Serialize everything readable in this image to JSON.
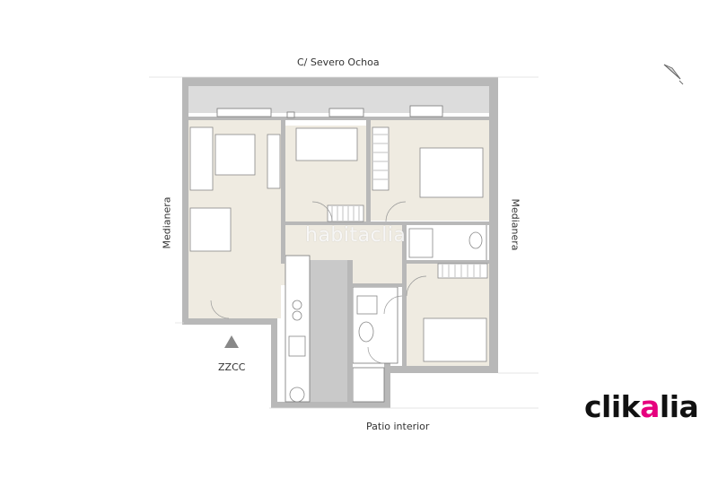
{
  "labels": {
    "street": "C/ Severo Ochoa",
    "left_side": "Medianera",
    "right_side": "Medianera",
    "entrance": "ZZCC",
    "courtyard": "Patio interior"
  },
  "watermark": "habitaclia",
  "logo": {
    "before": "clik",
    "accent": "a",
    "after": "lia"
  },
  "colors": {
    "wall": "#b8b8b8",
    "floor": "#efebe1",
    "line": "#777777",
    "accent": "#e6007e",
    "text": "#333333"
  },
  "icons": {
    "compass": "north-arrow-icon",
    "entrance": "entrance-triangle-icon"
  }
}
